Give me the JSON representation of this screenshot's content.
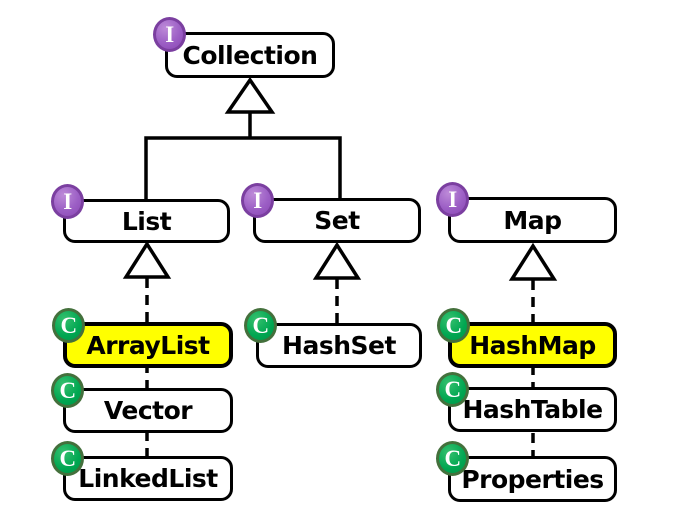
{
  "diagram": {
    "badge_letters": {
      "interface": "I",
      "class": "C"
    },
    "colors": {
      "interface_badge_fill": "#9C5FC5",
      "interface_badge_border": "#7B3FA0",
      "class_badge_fill": "#00A651",
      "class_badge_border": "#44703C",
      "highlight_fill": "#FFFF00",
      "box_fill": "#FFFFFF",
      "box_border": "#000000",
      "line_color": "#000000"
    },
    "nodes": {
      "collection": {
        "label": "Collection",
        "badge": "I",
        "kind": "interface",
        "highlight": false
      },
      "list": {
        "label": "List",
        "badge": "I",
        "kind": "interface",
        "highlight": false
      },
      "set": {
        "label": "Set",
        "badge": "I",
        "kind": "interface",
        "highlight": false
      },
      "map": {
        "label": "Map",
        "badge": "I",
        "kind": "interface",
        "highlight": false
      },
      "arraylist": {
        "label": "ArrayList",
        "badge": "C",
        "kind": "class",
        "highlight": true
      },
      "vector": {
        "label": "Vector",
        "badge": "C",
        "kind": "class",
        "highlight": false
      },
      "linkedlist": {
        "label": "LinkedList",
        "badge": "C",
        "kind": "class",
        "highlight": false
      },
      "hashset": {
        "label": "HashSet",
        "badge": "C",
        "kind": "class",
        "highlight": false
      },
      "hashmap": {
        "label": "HashMap",
        "badge": "C",
        "kind": "class",
        "highlight": true
      },
      "hashtable": {
        "label": "HashTable",
        "badge": "C",
        "kind": "class",
        "highlight": false
      },
      "properties": {
        "label": "Properties",
        "badge": "C",
        "kind": "class",
        "highlight": false
      }
    },
    "edges": [
      {
        "from": "List",
        "to": "Collection",
        "line": "solid",
        "arrow": "hollow-triangle"
      },
      {
        "from": "Set",
        "to": "Collection",
        "line": "solid",
        "arrow": "hollow-triangle"
      },
      {
        "from": "ArrayList",
        "to": "List",
        "line": "dashed",
        "arrow": "hollow-triangle"
      },
      {
        "from": "Vector",
        "to": "List",
        "line": "dashed",
        "arrow": "hollow-triangle"
      },
      {
        "from": "LinkedList",
        "to": "List",
        "line": "dashed",
        "arrow": "hollow-triangle"
      },
      {
        "from": "HashSet",
        "to": "Set",
        "line": "dashed",
        "arrow": "hollow-triangle"
      },
      {
        "from": "HashMap",
        "to": "Map",
        "line": "dashed",
        "arrow": "hollow-triangle"
      },
      {
        "from": "HashTable",
        "to": "Map",
        "line": "dashed",
        "arrow": "hollow-triangle"
      },
      {
        "from": "Properties",
        "to": "Map",
        "line": "dashed",
        "arrow": "hollow-triangle"
      }
    ]
  }
}
